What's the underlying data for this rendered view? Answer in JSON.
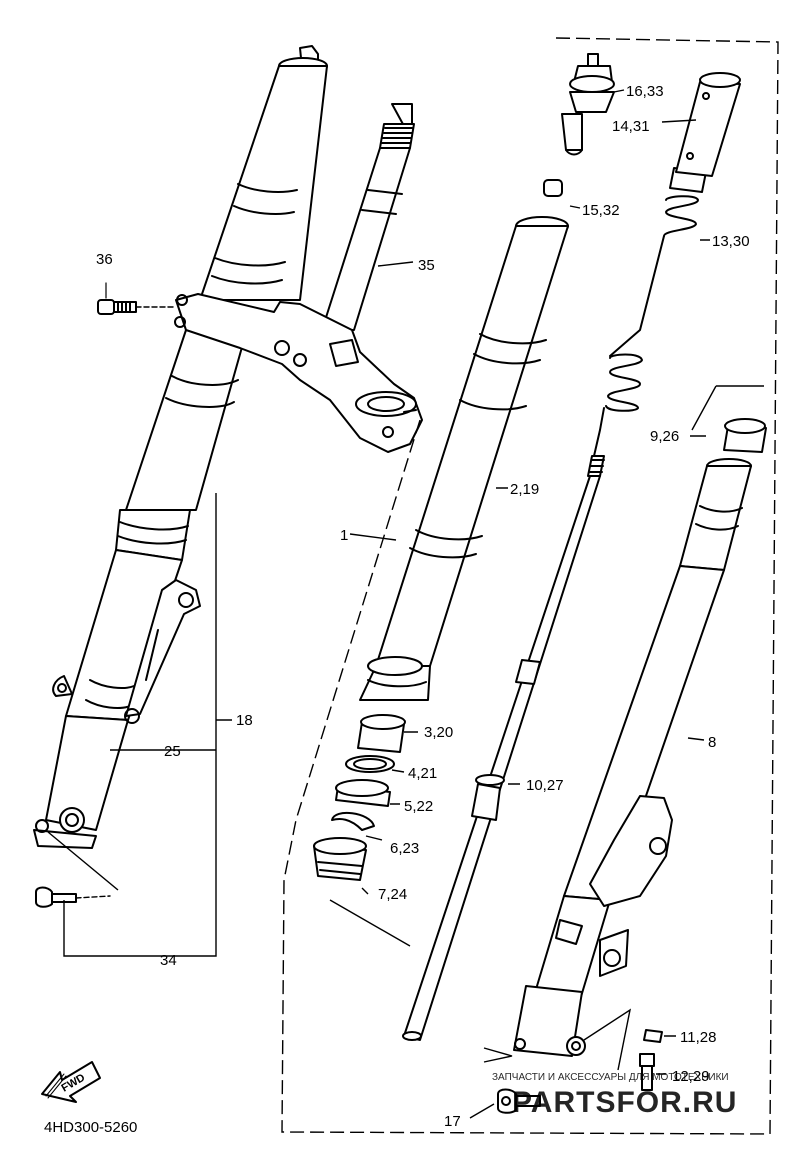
{
  "labels": {
    "l1": "1",
    "l2_19": "2,19",
    "l3_20": "3,20",
    "l4_21": "4,21",
    "l5_22": "5,22",
    "l6_23": "6,23",
    "l7_24": "7,24",
    "l8": "8",
    "l9_26": "9,26",
    "l10_27": "10,27",
    "l11_28": "11,28",
    "l12_29": "12,29",
    "l13_30": "13,30",
    "l14_31": "14,31",
    "l15_32": "15,32",
    "l16_33": "16,33",
    "l17": "17",
    "l18": "18",
    "l25": "25",
    "l34": "34",
    "l35": "35",
    "l36": "36"
  },
  "fwd_arrow": "FWD",
  "diagram_code": "4HD300-5260",
  "watermark": {
    "tagline": "ЗАПЧАСТИ И АКСЕССУАРЫ ДЛЯ МОТОТЕХНИКИ",
    "brand": "PARTSFOR.RU",
    "color": "#e24a4a"
  }
}
